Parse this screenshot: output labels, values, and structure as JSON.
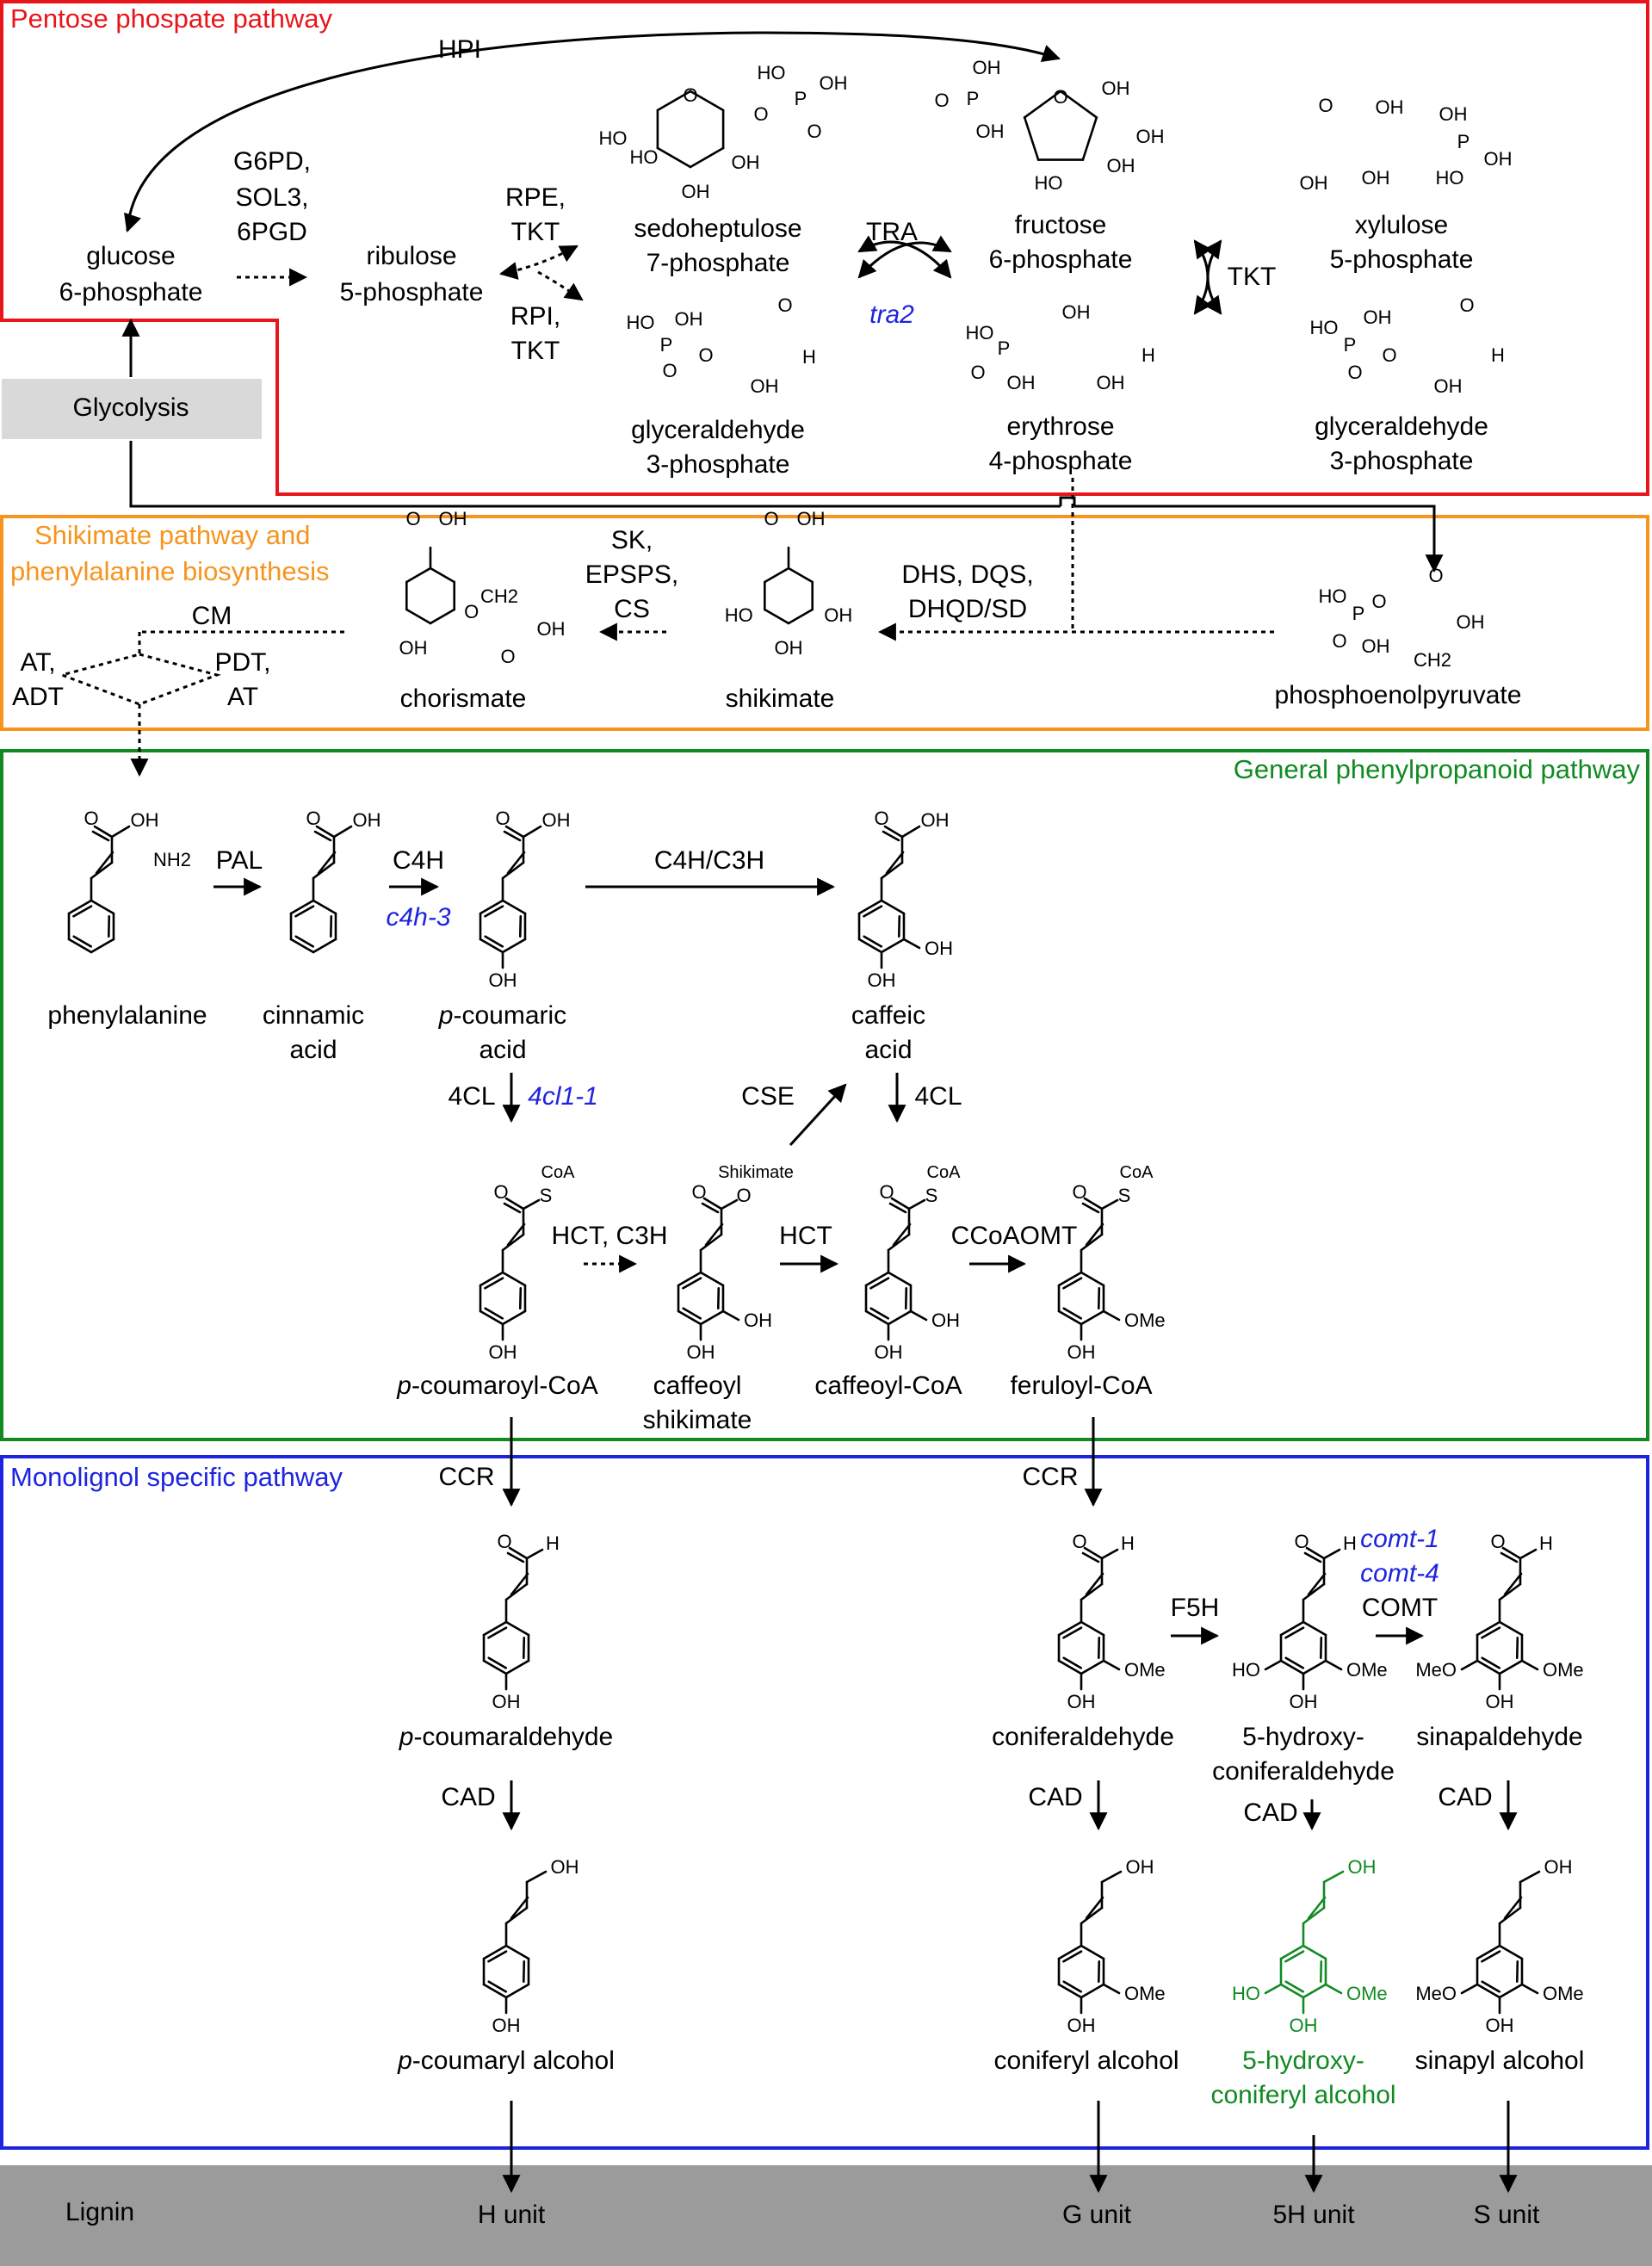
{
  "sections": {
    "pentose": {
      "label": "Pentose phospate pathway",
      "color": "#e8161b"
    },
    "shikimate": {
      "label": "Shikimate pathway and phenylalanine biosynthesis",
      "line1": "Shikimate pathway and",
      "line2": "phenylalanine biosynthesis",
      "color": "#f7941d"
    },
    "general": {
      "label": "General phenylpropanoid pathway",
      "color": "#118a22"
    },
    "monolignol": {
      "label": "Monolignol specific pathway",
      "color": "#1d24e0"
    },
    "lignin": {
      "label": "Lignin",
      "units": [
        "H unit",
        "G unit",
        "5H unit",
        "S unit"
      ]
    }
  },
  "glycolysis": "Glycolysis",
  "enzymes": {
    "hpi": "HPI",
    "g6pd": "G6PD,",
    "sol3": "SOL3,",
    "pgd6": "6PGD",
    "rpe": "RPE,",
    "tkt1": "TKT",
    "rpi": "RPI,",
    "tkt2": "TKT",
    "tra": "TRA",
    "tkt3": "TKT",
    "sk": "SK,",
    "epsps": "EPSPS,",
    "cs": "CS",
    "dhs_dqs": "DHS, DQS,",
    "dhqd_sd": "DHQD/SD",
    "cm": "CM",
    "at_adt1": "AT,",
    "at_adt2": "ADT",
    "pdt1": "PDT,",
    "pdt2": "AT",
    "pal": "PAL",
    "c4h": "C4H",
    "c4h_c3h": "C4H/C3H",
    "cl4a": "4CL",
    "cl4b": "4CL",
    "cse": "CSE",
    "hct_c3h": "HCT, C3H",
    "hct": "HCT",
    "ccoaomt": "CCoAOMT",
    "ccr1": "CCR",
    "ccr2": "CCR",
    "f5h": "F5H",
    "comt": "COMT",
    "cad1": "CAD",
    "cad2": "CAD",
    "cad3": "CAD",
    "cad4": "CAD"
  },
  "mutants": {
    "tra2": "tra2",
    "c4h3": "c4h-3",
    "cl411": "4cl1-1",
    "comt1": "comt-1",
    "comt4": "comt-4"
  },
  "compounds": {
    "glucose": [
      "glucose",
      "6-phosphate"
    ],
    "ribulose": [
      "ribulose",
      "5-phosphate"
    ],
    "sedoheptulose": [
      "sedoheptulose",
      "7-phosphate"
    ],
    "fructose": [
      "fructose",
      "6-phosphate"
    ],
    "xylulose": [
      "xylulose",
      "5-phosphate"
    ],
    "g3p_a": [
      "glyceraldehyde",
      "3-phosphate"
    ],
    "erythrose": [
      "erythrose",
      "4-phosphate"
    ],
    "g3p_b": [
      "glyceraldehyde",
      "3-phosphate"
    ],
    "chorismate": "chorismate",
    "shikimate": "shikimate",
    "pep": "phosphoenolpyruvate",
    "phenylalanine": "phenylalanine",
    "cinnamic": [
      "cinnamic",
      "acid"
    ],
    "pcoumaric": {
      "prefix": "p",
      "rest": "-coumaric",
      "line2": "acid"
    },
    "caffeic": [
      "caffeic",
      "acid"
    ],
    "pcoumaroyl_coa": {
      "prefix": "p",
      "rest": "-coumaroyl-CoA"
    },
    "caffeoyl_shikimate": [
      "caffeoyl",
      "shikimate"
    ],
    "caffeoyl_coa": "caffeoyl-CoA",
    "feruloyl_coa": "feruloyl-CoA",
    "pcoumaraldehyde": {
      "prefix": "p",
      "rest": "-coumaraldehyde"
    },
    "coniferaldehyde": "coniferaldehyde",
    "hydroxyconiferaldehyde": [
      "5-hydroxy-",
      "coniferaldehyde"
    ],
    "sinapaldehyde": "sinapaldehyde",
    "pcoumaryl_alcohol": {
      "prefix": "p",
      "rest": "-coumaryl alcohol"
    },
    "coniferyl_alcohol": "coniferyl alcohol",
    "hydroxyconiferyl_alcohol": [
      "5-hydroxy-",
      "coniferyl alcohol"
    ],
    "sinapyl_alcohol": "sinapyl alcohol"
  },
  "atoms": {
    "oh": "OH",
    "ho": "HO",
    "o": "O",
    "h": "H",
    "p": "P",
    "ome": "OMe",
    "meo": "MeO",
    "nh2": "NH2",
    "coa": "CoA",
    "shik": "Shikimate",
    "ch2": "CH2"
  }
}
